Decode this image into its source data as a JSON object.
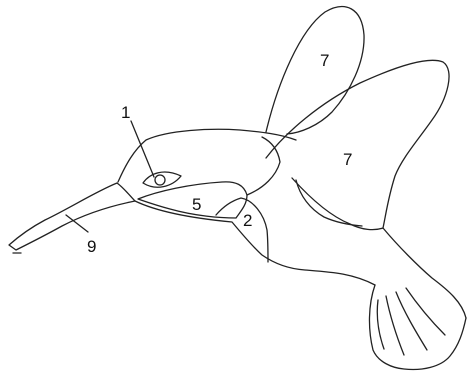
{
  "diagram": {
    "labels": {
      "eye": "1",
      "throat": "2",
      "cheek": "5",
      "upper_wing": "7",
      "front_wing": "7",
      "beak": "9"
    },
    "colors": {
      "stroke": "#222222",
      "background": "#ffffff",
      "label": "#111111"
    }
  }
}
